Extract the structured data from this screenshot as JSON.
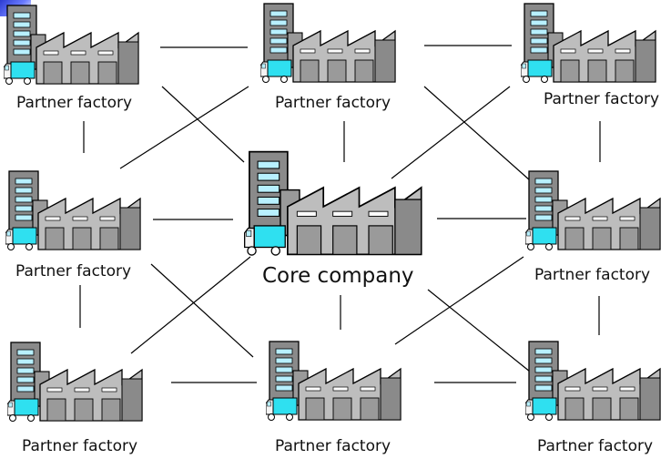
{
  "diagram": {
    "core": {
      "label": "Core company"
    },
    "partners": [
      {
        "id": "p1",
        "label": "Partner factory"
      },
      {
        "id": "p2",
        "label": "Partner factory"
      },
      {
        "id": "p3",
        "label": "Partner factory"
      },
      {
        "id": "p4",
        "label": "Partner factory"
      },
      {
        "id": "p5",
        "label": "Partner factory"
      },
      {
        "id": "p6",
        "label": "Partner factory"
      },
      {
        "id": "p7",
        "label": "Partner factory"
      },
      {
        "id": "p8",
        "label": "Partner factory"
      }
    ],
    "colors": {
      "building_dark": "#8a8a8a",
      "building_light": "#bdbdbd",
      "window": "#b8f0ff",
      "truck": "#2fe0f0",
      "outline": "#000000",
      "accent": "#3140d6"
    }
  }
}
